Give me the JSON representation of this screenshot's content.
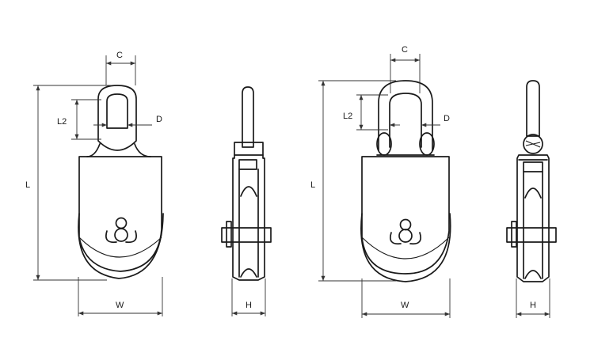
{
  "labels": {
    "c": "C",
    "d": "D",
    "l": "L",
    "l2": "L2",
    "w": "W",
    "h": "H"
  }
}
